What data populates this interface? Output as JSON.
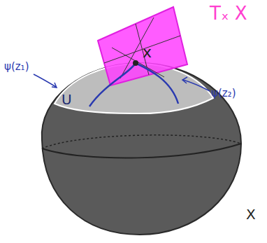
{
  "diagram": {
    "labels": [
      "Tₓ X",
      "x",
      "ψ(z₁)",
      "ψ(z₂)",
      "U",
      "X"
    ]
  }
}
